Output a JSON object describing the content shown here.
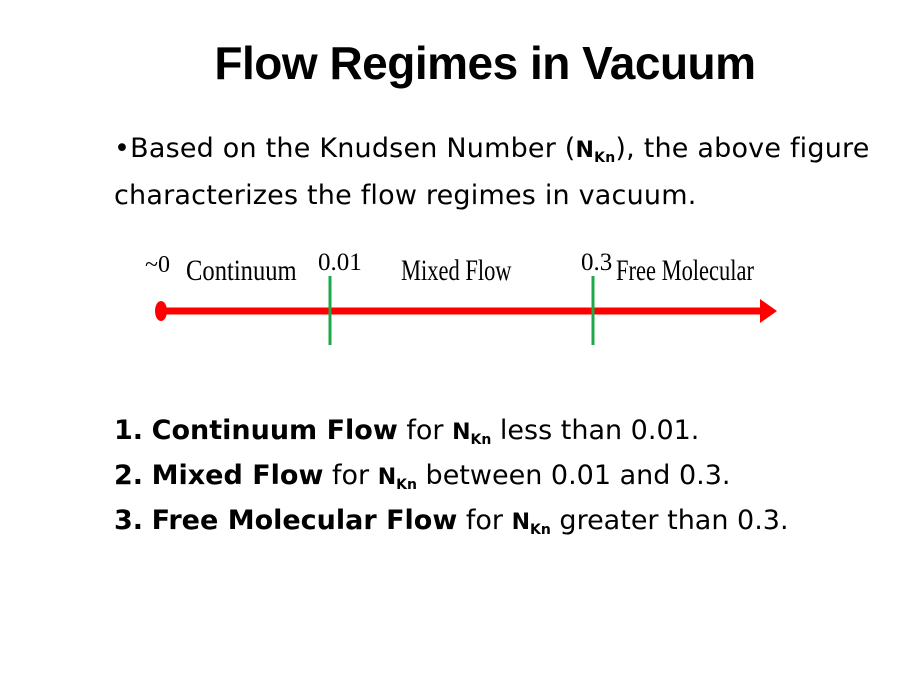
{
  "slide": {
    "title": "Flow Regimes in Vacuum",
    "intro": {
      "bullet": "•",
      "text_before": "Based on the Knudsen Number (",
      "symbol_main": "N",
      "symbol_sub": "Kn",
      "text_after": "), the above figure characterizes the flow regimes in vacuum."
    },
    "figure": {
      "start_label": "~0",
      "regions": [
        {
          "label": "Continuum"
        },
        {
          "label": "Mixed Flow"
        },
        {
          "label": "Free Molecular"
        }
      ],
      "ticks": [
        {
          "label": "0.01"
        },
        {
          "label": "0.3"
        }
      ],
      "colors": {
        "axis": "#ff0000",
        "ticks": "#1ea84a"
      }
    },
    "list": [
      {
        "number": "1.",
        "term": "Continuum Flow",
        "pre": " for ",
        "symbol_main": "N",
        "symbol_sub": "Kn",
        "post": " less than 0.01."
      },
      {
        "number": "2.",
        "term": "Mixed Flow",
        "pre": " for ",
        "symbol_main": "N",
        "symbol_sub": "Kn",
        "post": " between 0.01 and 0.3."
      },
      {
        "number": "3.",
        "term": "Free Molecular Flow",
        "pre": " for ",
        "symbol_main": "N",
        "symbol_sub": "Kn",
        "post": " greater than 0.3."
      }
    ]
  }
}
